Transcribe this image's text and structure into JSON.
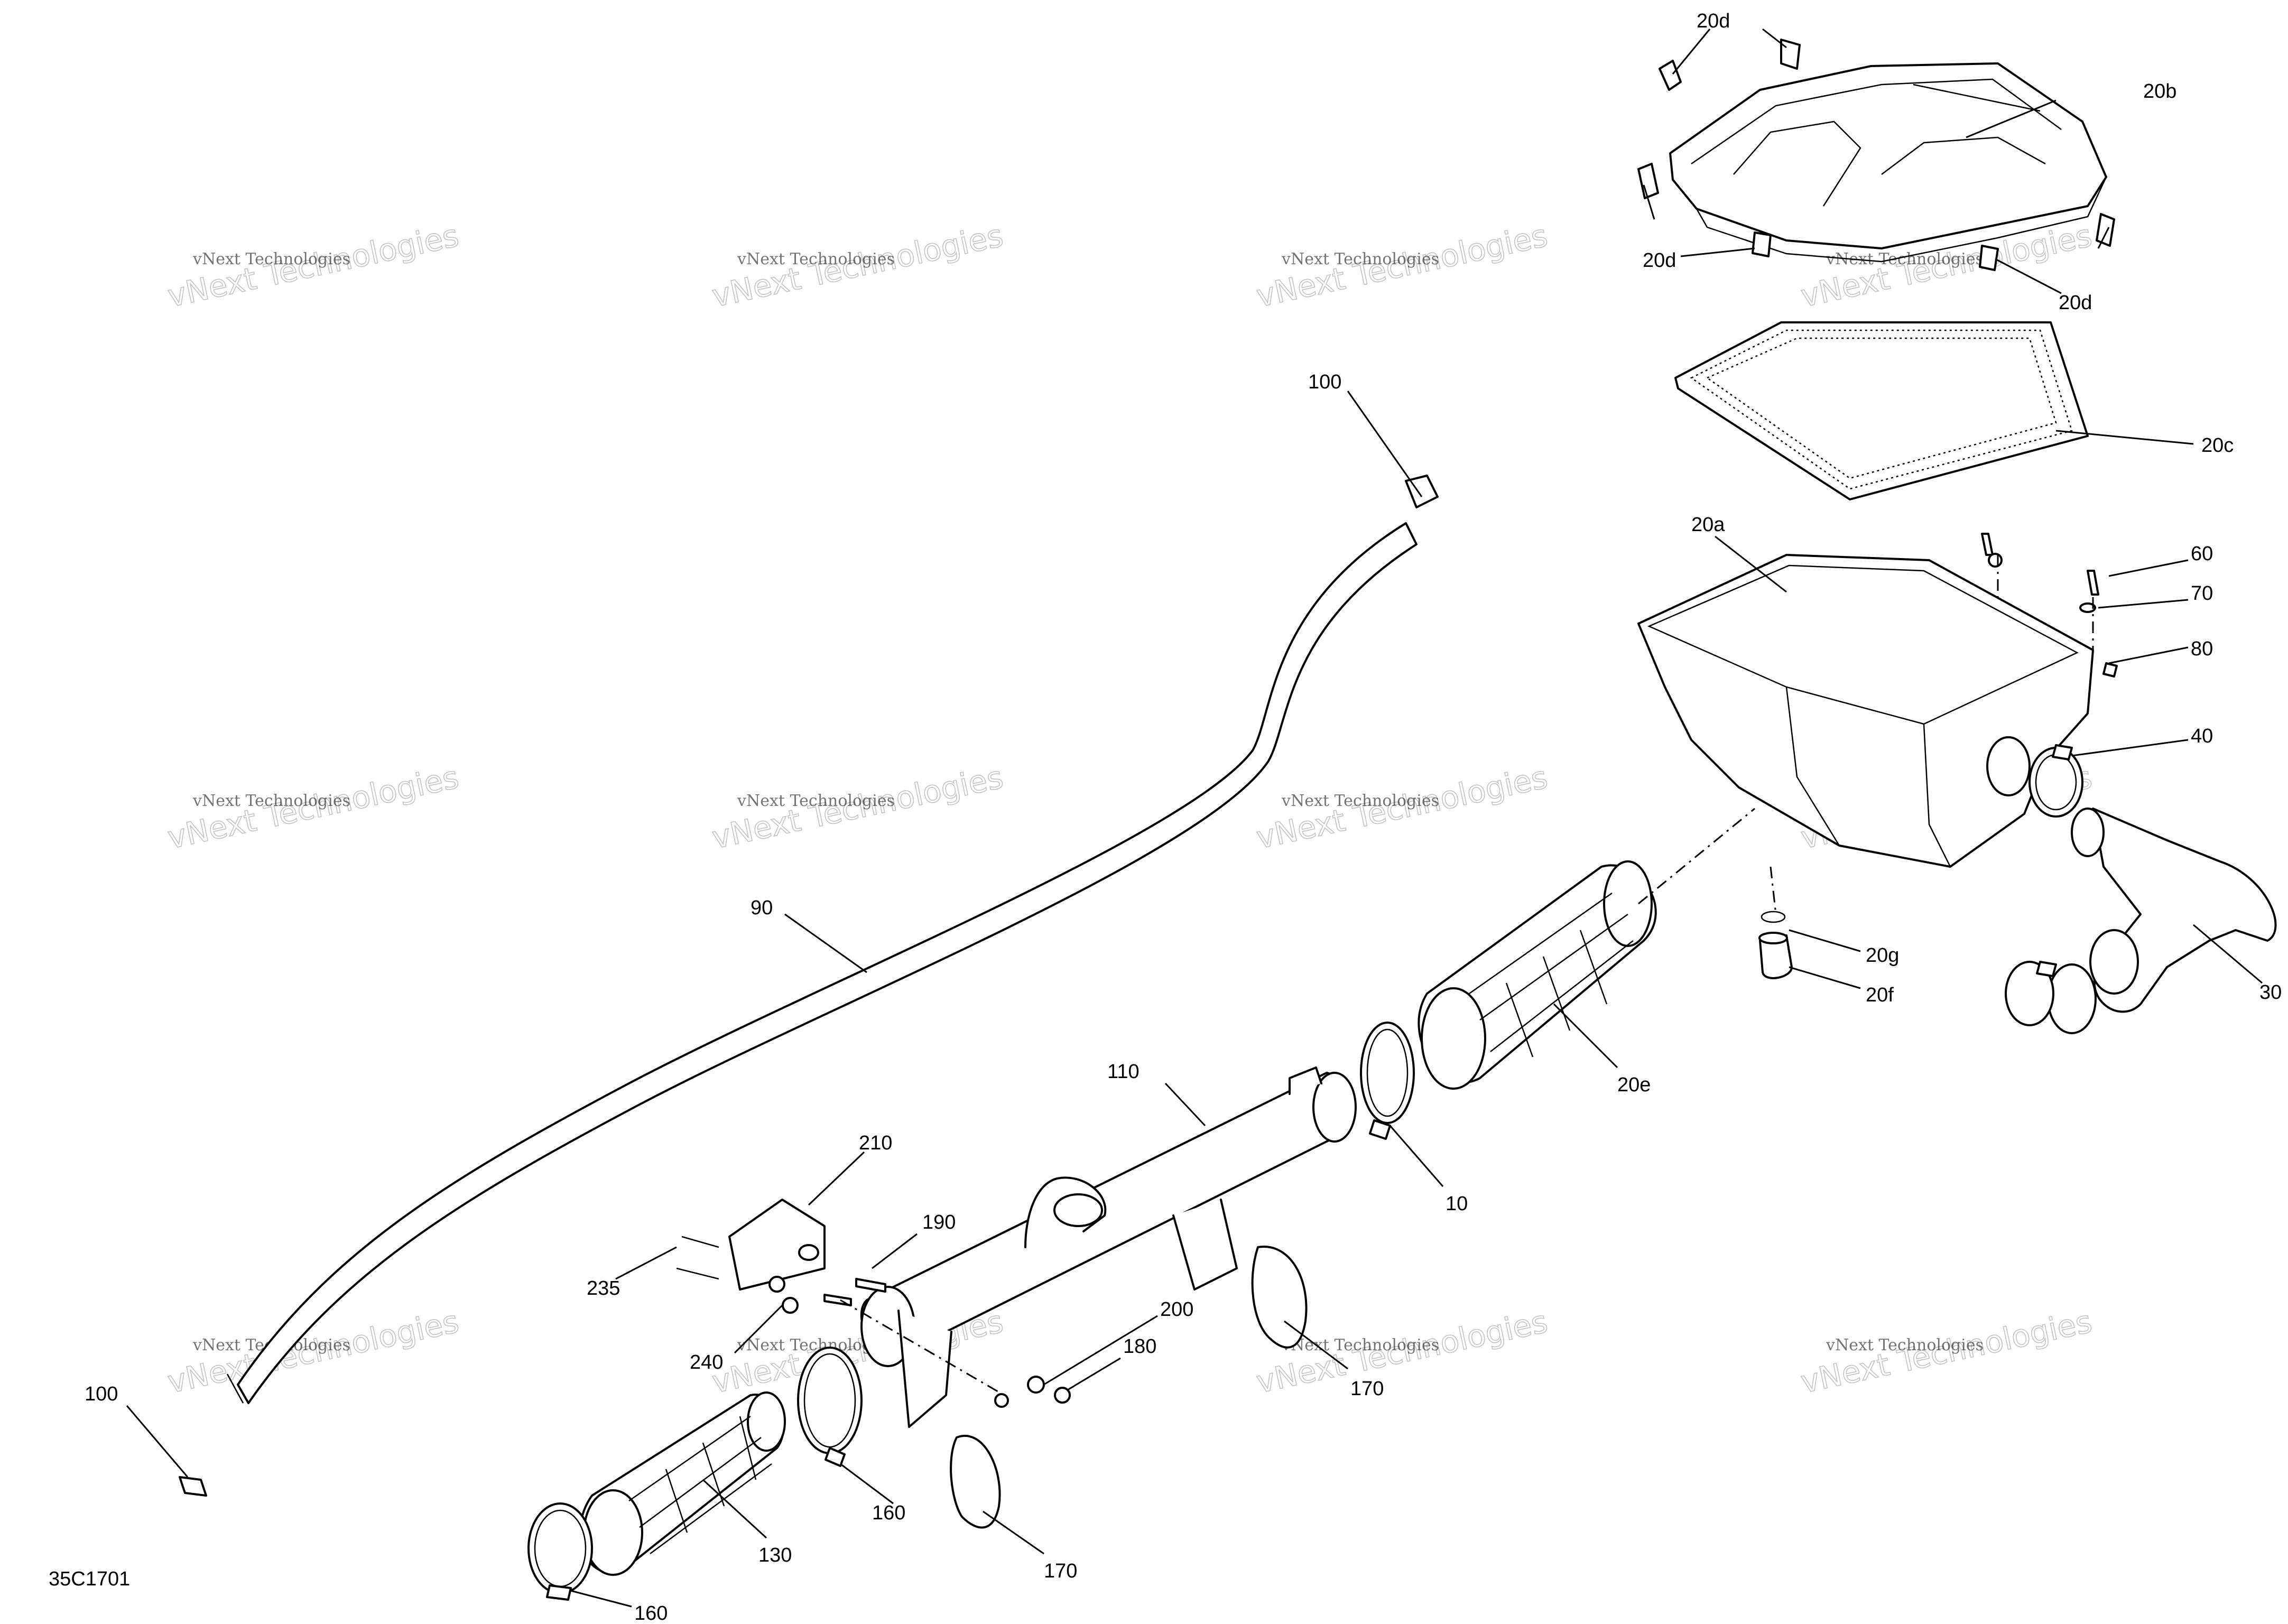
{
  "diagram": {
    "code": "35C1701",
    "watermark": "vNext Technologies",
    "callouts": [
      "20d",
      "20d",
      "20d",
      "20b",
      "20c",
      "100",
      "20a",
      "60",
      "70",
      "80",
      "40",
      "90",
      "20g",
      "20f",
      "30",
      "110",
      "20e",
      "10",
      "210",
      "190",
      "200",
      "180",
      "235",
      "240",
      "170",
      "170",
      "100",
      "160",
      "160",
      "130"
    ]
  }
}
